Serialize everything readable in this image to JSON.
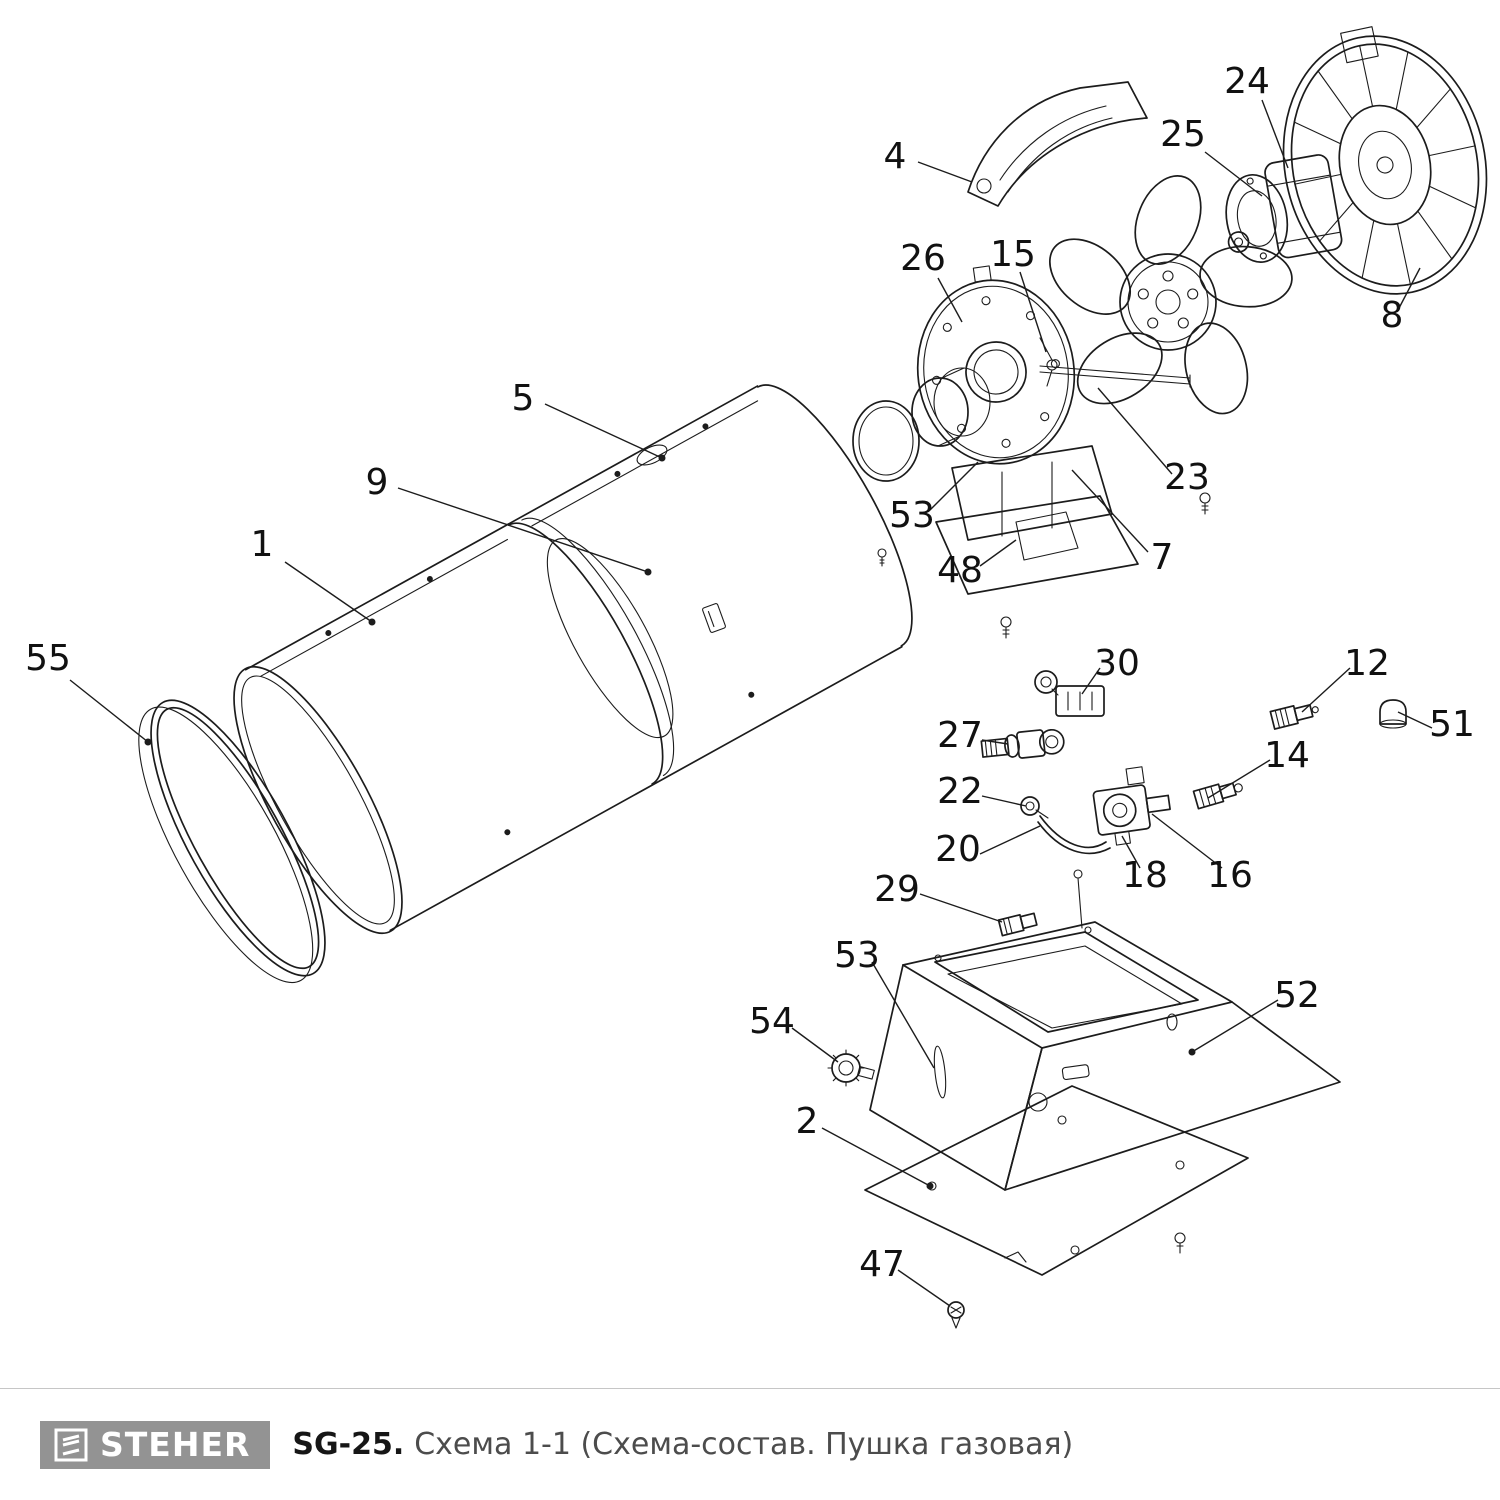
{
  "footer": {
    "brand": "STEHER",
    "model": "SG-25.",
    "caption": "Схема 1-1 (Схема-состав. Пушка газовая)"
  },
  "callouts": {
    "n55": "55",
    "n1": "1",
    "n9": "9",
    "n5": "5",
    "n4": "4",
    "n26": "26",
    "n15": "15",
    "n25": "25",
    "n24": "24",
    "n8": "8",
    "n23": "23",
    "n53a": "53",
    "n7": "7",
    "n48": "48",
    "n30": "30",
    "n12": "12",
    "n27": "27",
    "n51": "51",
    "n14": "14",
    "n22": "22",
    "n20": "20",
    "n18": "18",
    "n16": "16",
    "n29": "29",
    "n53b": "53",
    "n52": "52",
    "n54": "54",
    "n2": "2",
    "n47": "47"
  }
}
